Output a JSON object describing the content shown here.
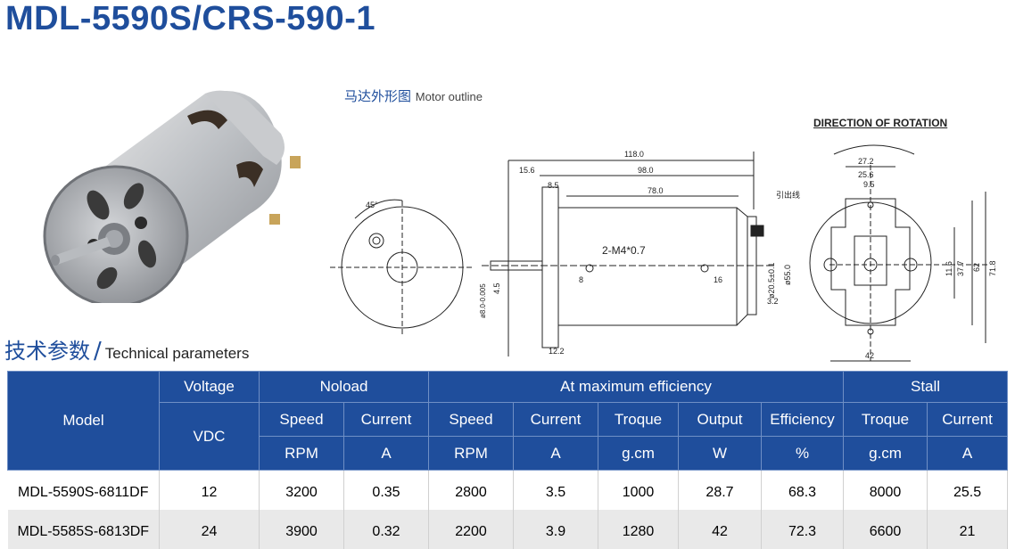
{
  "title": "MDL-5590S/CRS-590-1",
  "outline": {
    "cn": "马达外形图",
    "en": "Motor outline"
  },
  "drawing": {
    "direction": "DIRECTION OF ROTATION",
    "dims_side": {
      "d118": "118.0",
      "d98": "98.0",
      "d78": "78.0",
      "d15_6": "15.6",
      "d8_5": "8.5",
      "lead": "引出线",
      "screw": "2-M4*0.7",
      "d8": "8",
      "d16": "16",
      "d3_2": "3.2",
      "d12_2": "12.2",
      "phi20_5": "ø20.5±0.1",
      "phi55": "ø55.0",
      "d4_5": "4.5",
      "phi_shaft": "ø8.0-0.005",
      "angle": "45°"
    },
    "dims_end": {
      "d27_2": "27.2",
      "d25_6": "25.6",
      "d9_5": "9.5",
      "d11_6": "11.6",
      "d37_7": "37.7",
      "d62": "62",
      "d71_8": "71.8",
      "d42": "42"
    }
  },
  "params_heading": {
    "cn": "技术参数",
    "slash": "/",
    "en": "Technical parameters"
  },
  "table": {
    "model_header": "Model",
    "voltage": "Voltage",
    "noload": "Noload",
    "max_eff": "At maximum efficiency",
    "stall": "Stall",
    "sub": [
      "Speed",
      "Current",
      "Speed",
      "Current",
      "Troque",
      "Output",
      "Efficiency",
      "Troque",
      "Current"
    ],
    "vdc": "VDC",
    "units": [
      "RPM",
      "A",
      "RPM",
      "A",
      "g.cm",
      "W",
      "%",
      "g.cm",
      "A"
    ],
    "rows": [
      [
        "MDL-5590S-6811DF",
        "12",
        "3200",
        "0.35",
        "2800",
        "3.5",
        "1000",
        "28.7",
        "68.3",
        "8000",
        "25.5"
      ],
      [
        "MDL-5585S-6813DF",
        "24",
        "3900",
        "0.32",
        "2200",
        "3.9",
        "1280",
        "42",
        "72.3",
        "6600",
        "21"
      ]
    ]
  }
}
